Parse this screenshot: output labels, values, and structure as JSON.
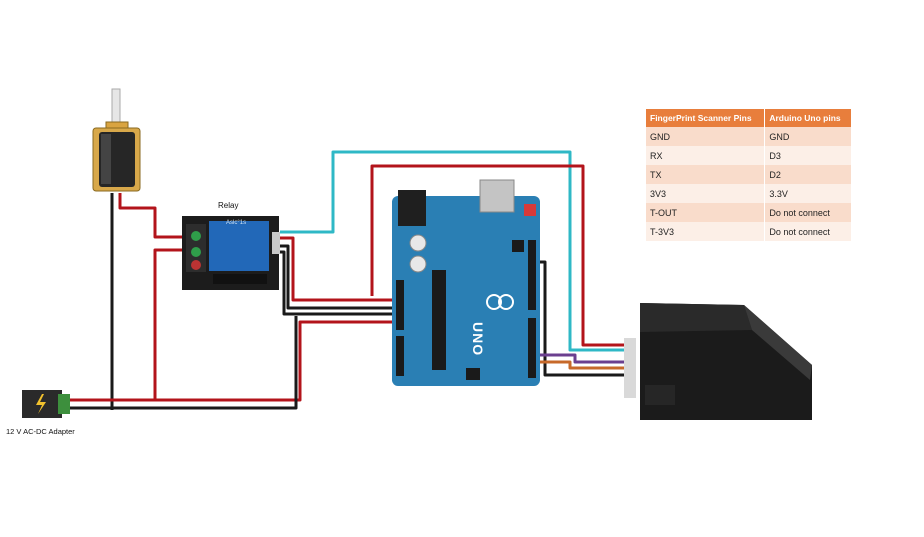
{
  "labels": {
    "relay": "Relay",
    "adapter": "12 V AC-DC Adapter",
    "relay_chip": "Aslc°1s",
    "uno": "UNO"
  },
  "pin_table": {
    "headers": [
      "FingerPrint Scanner Pins",
      "Arduino Uno pins"
    ],
    "rows": [
      [
        "GND",
        "GND"
      ],
      [
        "RX",
        "D3"
      ],
      [
        "TX",
        "D2"
      ],
      [
        "3V3",
        "3.3V"
      ],
      [
        "T-OUT",
        "Do not connect"
      ],
      [
        "T-3V3",
        "Do not connect"
      ]
    ]
  },
  "colors": {
    "wire_red": "#b3141b",
    "wire_black": "#1a1a1a",
    "wire_cyan": "#2fb8c6",
    "wire_purple": "#6b3f8f",
    "wire_orange": "#c7692a",
    "arduino_board": "#2a7fb4",
    "relay_board": "#2268b8",
    "table_header": "#e87e3c"
  },
  "components": [
    "solenoid-lock",
    "relay-module",
    "arduino-uno",
    "fingerprint-scanner",
    "dc-adapter"
  ]
}
